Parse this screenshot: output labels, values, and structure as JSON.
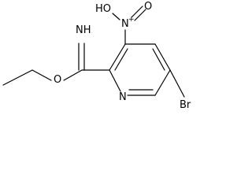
{
  "molecule": {
    "atoms": {
      "imine_nh": "NH",
      "nitro_oh": "HO",
      "nitro_n": "N",
      "nitro_n_charge": "+",
      "nitro_o": "O",
      "ester_o": "O",
      "ring_n": "N",
      "bromine": "Br"
    }
  }
}
